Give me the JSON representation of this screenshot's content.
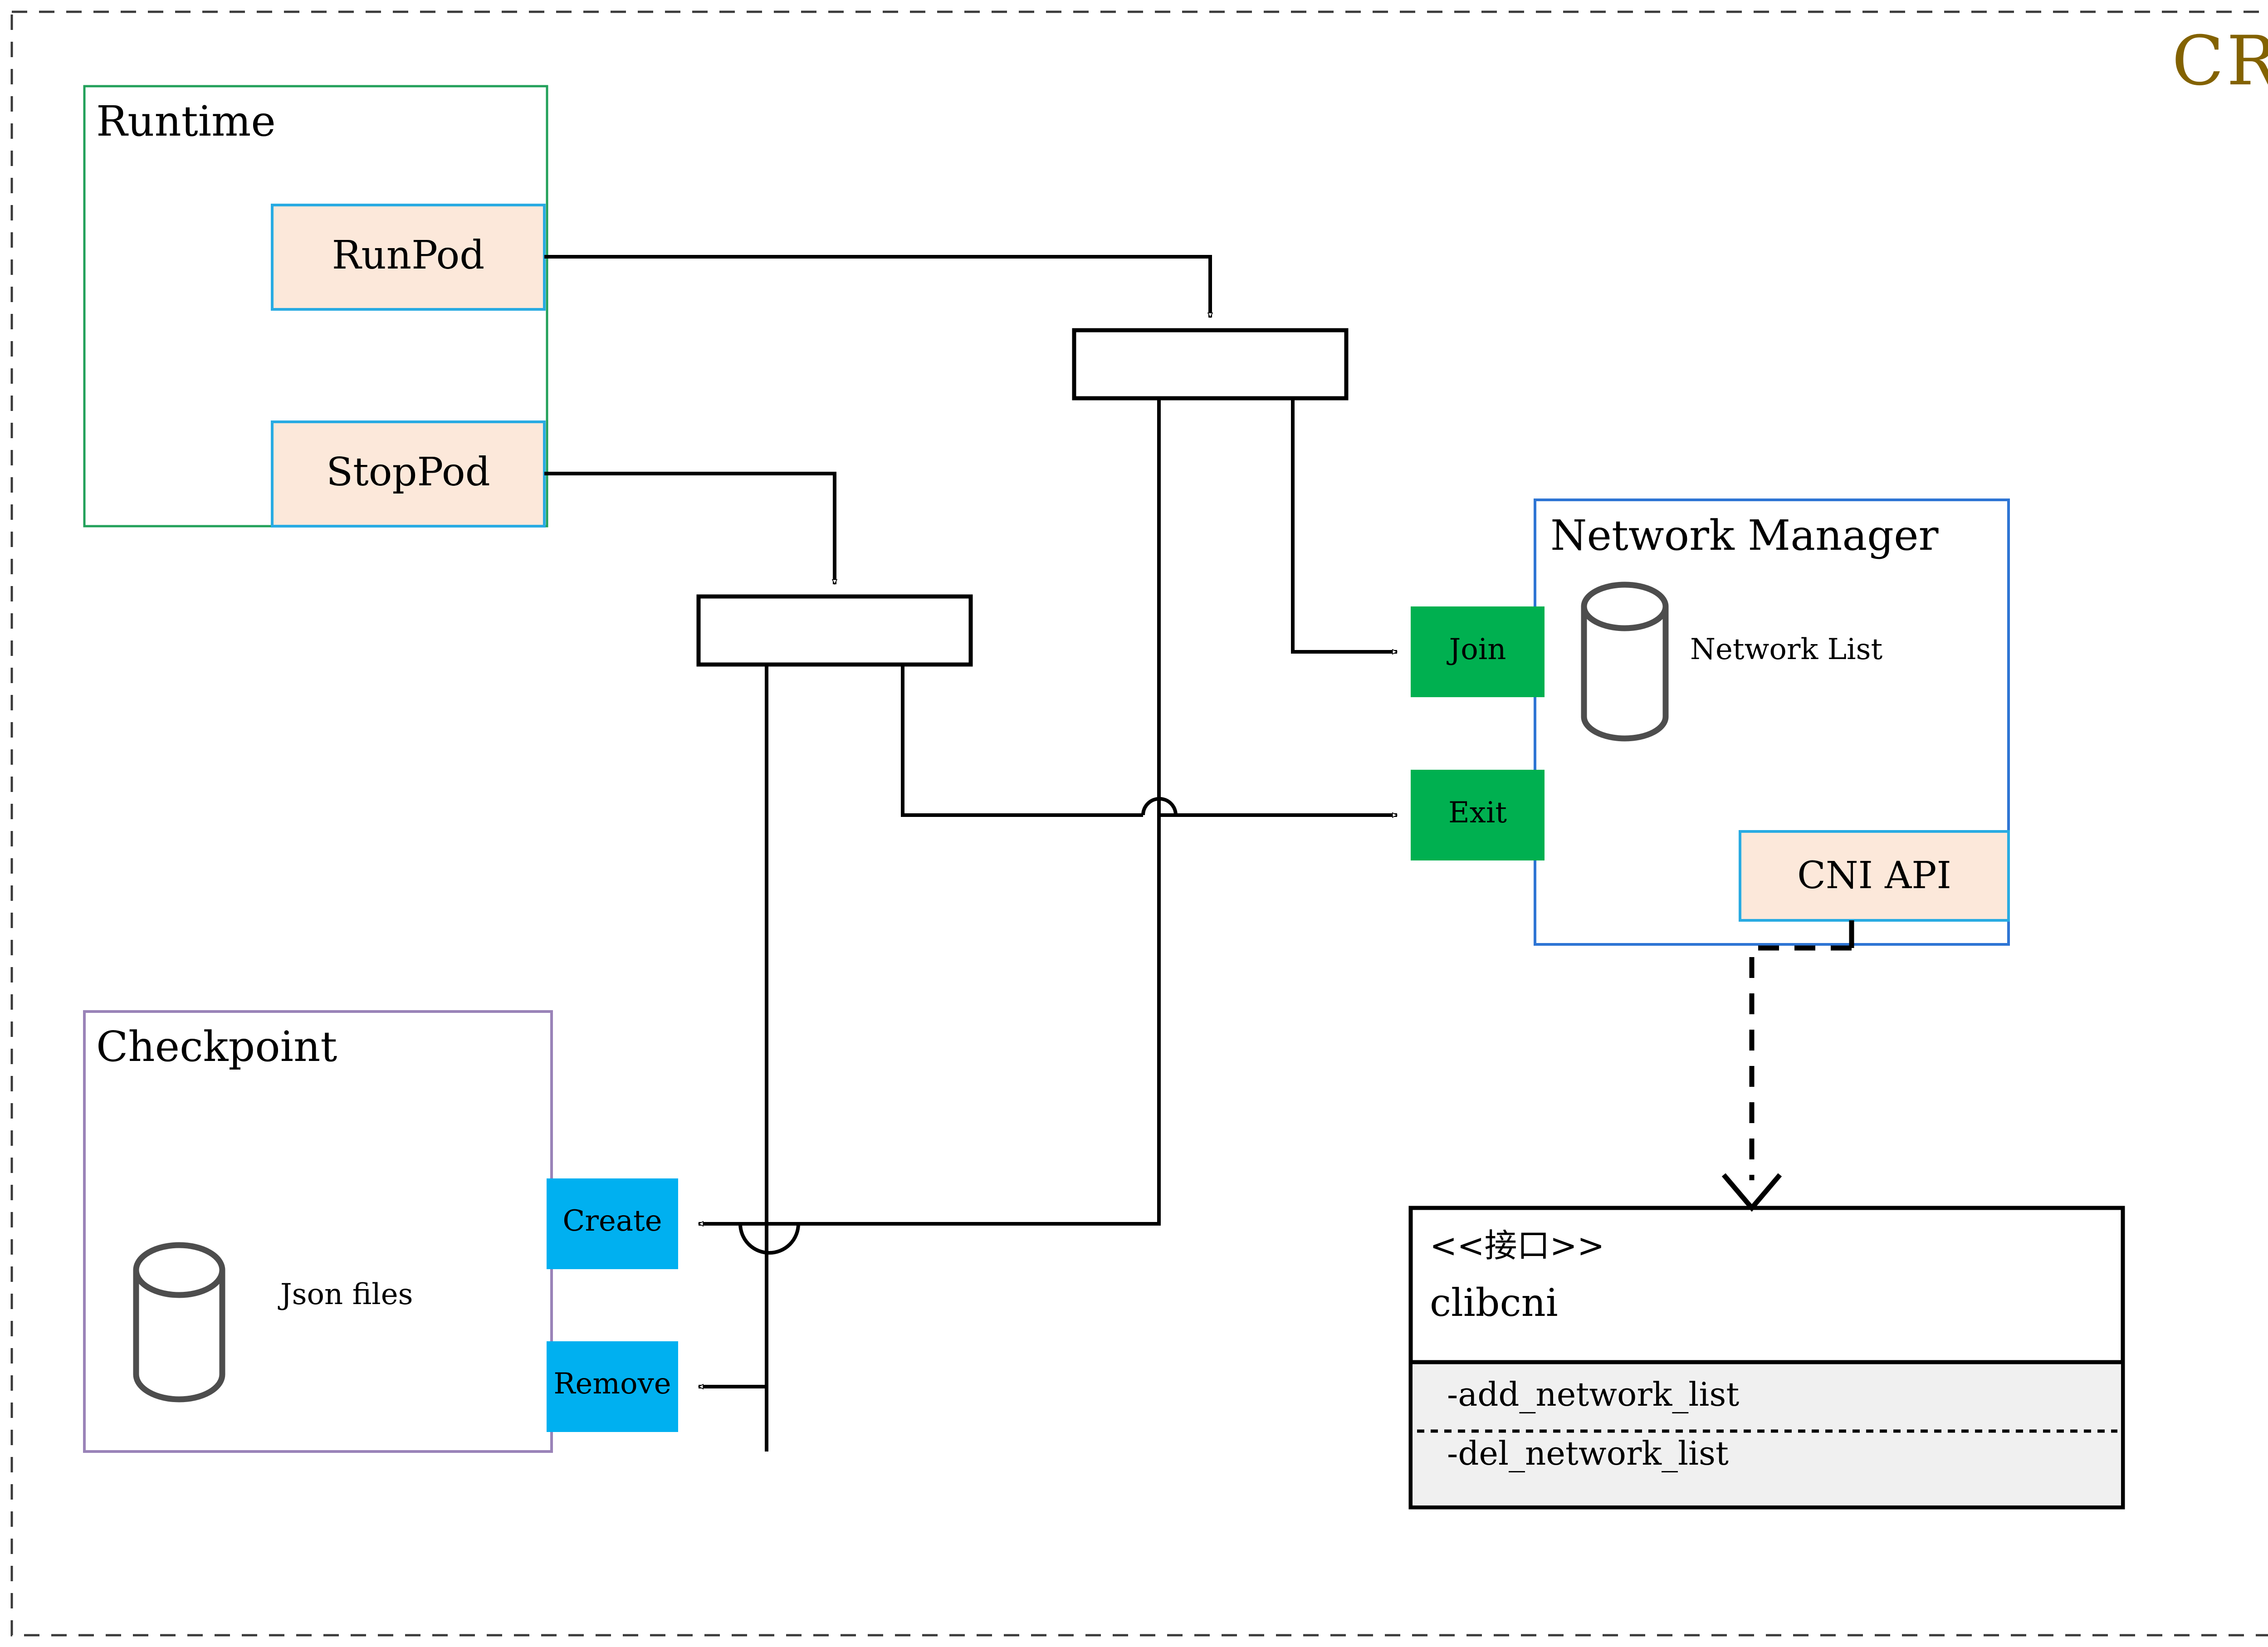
{
  "diagram": {
    "title": "CRI",
    "title_color": "#836200",
    "frame": {
      "style": "dashed",
      "color": "#3a3a3a"
    }
  },
  "palette": {
    "peach_fill": "#fce8da",
    "light_blue_border": "#29abe2",
    "green_border": "#22a05a",
    "purple_border": "#9a83b8",
    "nm_blue_border": "#2e75d4",
    "green_fill": "#00b050",
    "cyan_fill": "#00b0f0",
    "cylinder_stroke": "#4d4d4d",
    "line_color": "#000000",
    "method_panel_fill": "#f0f0f0"
  },
  "groups": {
    "runtime": {
      "label": "Runtime",
      "border_color": "#22a05a",
      "operations": [
        {
          "label": "RunPod",
          "fill": "#fce8da",
          "border": "#29abe2"
        },
        {
          "label": "StopPod",
          "fill": "#fce8da",
          "border": "#29abe2"
        }
      ]
    },
    "checkpoint": {
      "label": "Checkpoint",
      "border_color": "#9a83b8",
      "store_label": "Json files",
      "store_icon": "database-cylinder-icon",
      "operations": [
        {
          "label": "Create",
          "fill": "#00b0f0"
        },
        {
          "label": "Remove",
          "fill": "#00b0f0"
        }
      ]
    },
    "network_manager": {
      "label": "Network Manager",
      "border_color": "#2e75d4",
      "store_label": "Network List",
      "store_icon": "database-cylinder-icon",
      "ports": [
        {
          "label": "Join",
          "fill": "#00b050"
        },
        {
          "label": "Exit",
          "fill": "#00b050"
        }
      ],
      "api_box": {
        "label": "CNI API",
        "fill": "#fce8da",
        "border": "#29abe2"
      }
    }
  },
  "interface_box": {
    "stereotype": "<<接口>>",
    "name": "clibcni",
    "methods": [
      "-add_network_list",
      "-del_network_list"
    ]
  },
  "forks": [
    {
      "name": "runpod-fork-bar"
    },
    {
      "name": "stoppod-fork-bar"
    }
  ],
  "connectors": {
    "runpod_to_fork": "solid-open-arrow",
    "stoppod_to_fork": "solid-open-arrow",
    "fork_to_join": "solid-open-arrow",
    "fork_to_exit": "solid-open-arrow",
    "fork_to_create": "solid-open-arrow",
    "fork_to_remove": "solid-open-arrow",
    "cniapi_to_clibcni": "dashed-realization-arrow"
  }
}
